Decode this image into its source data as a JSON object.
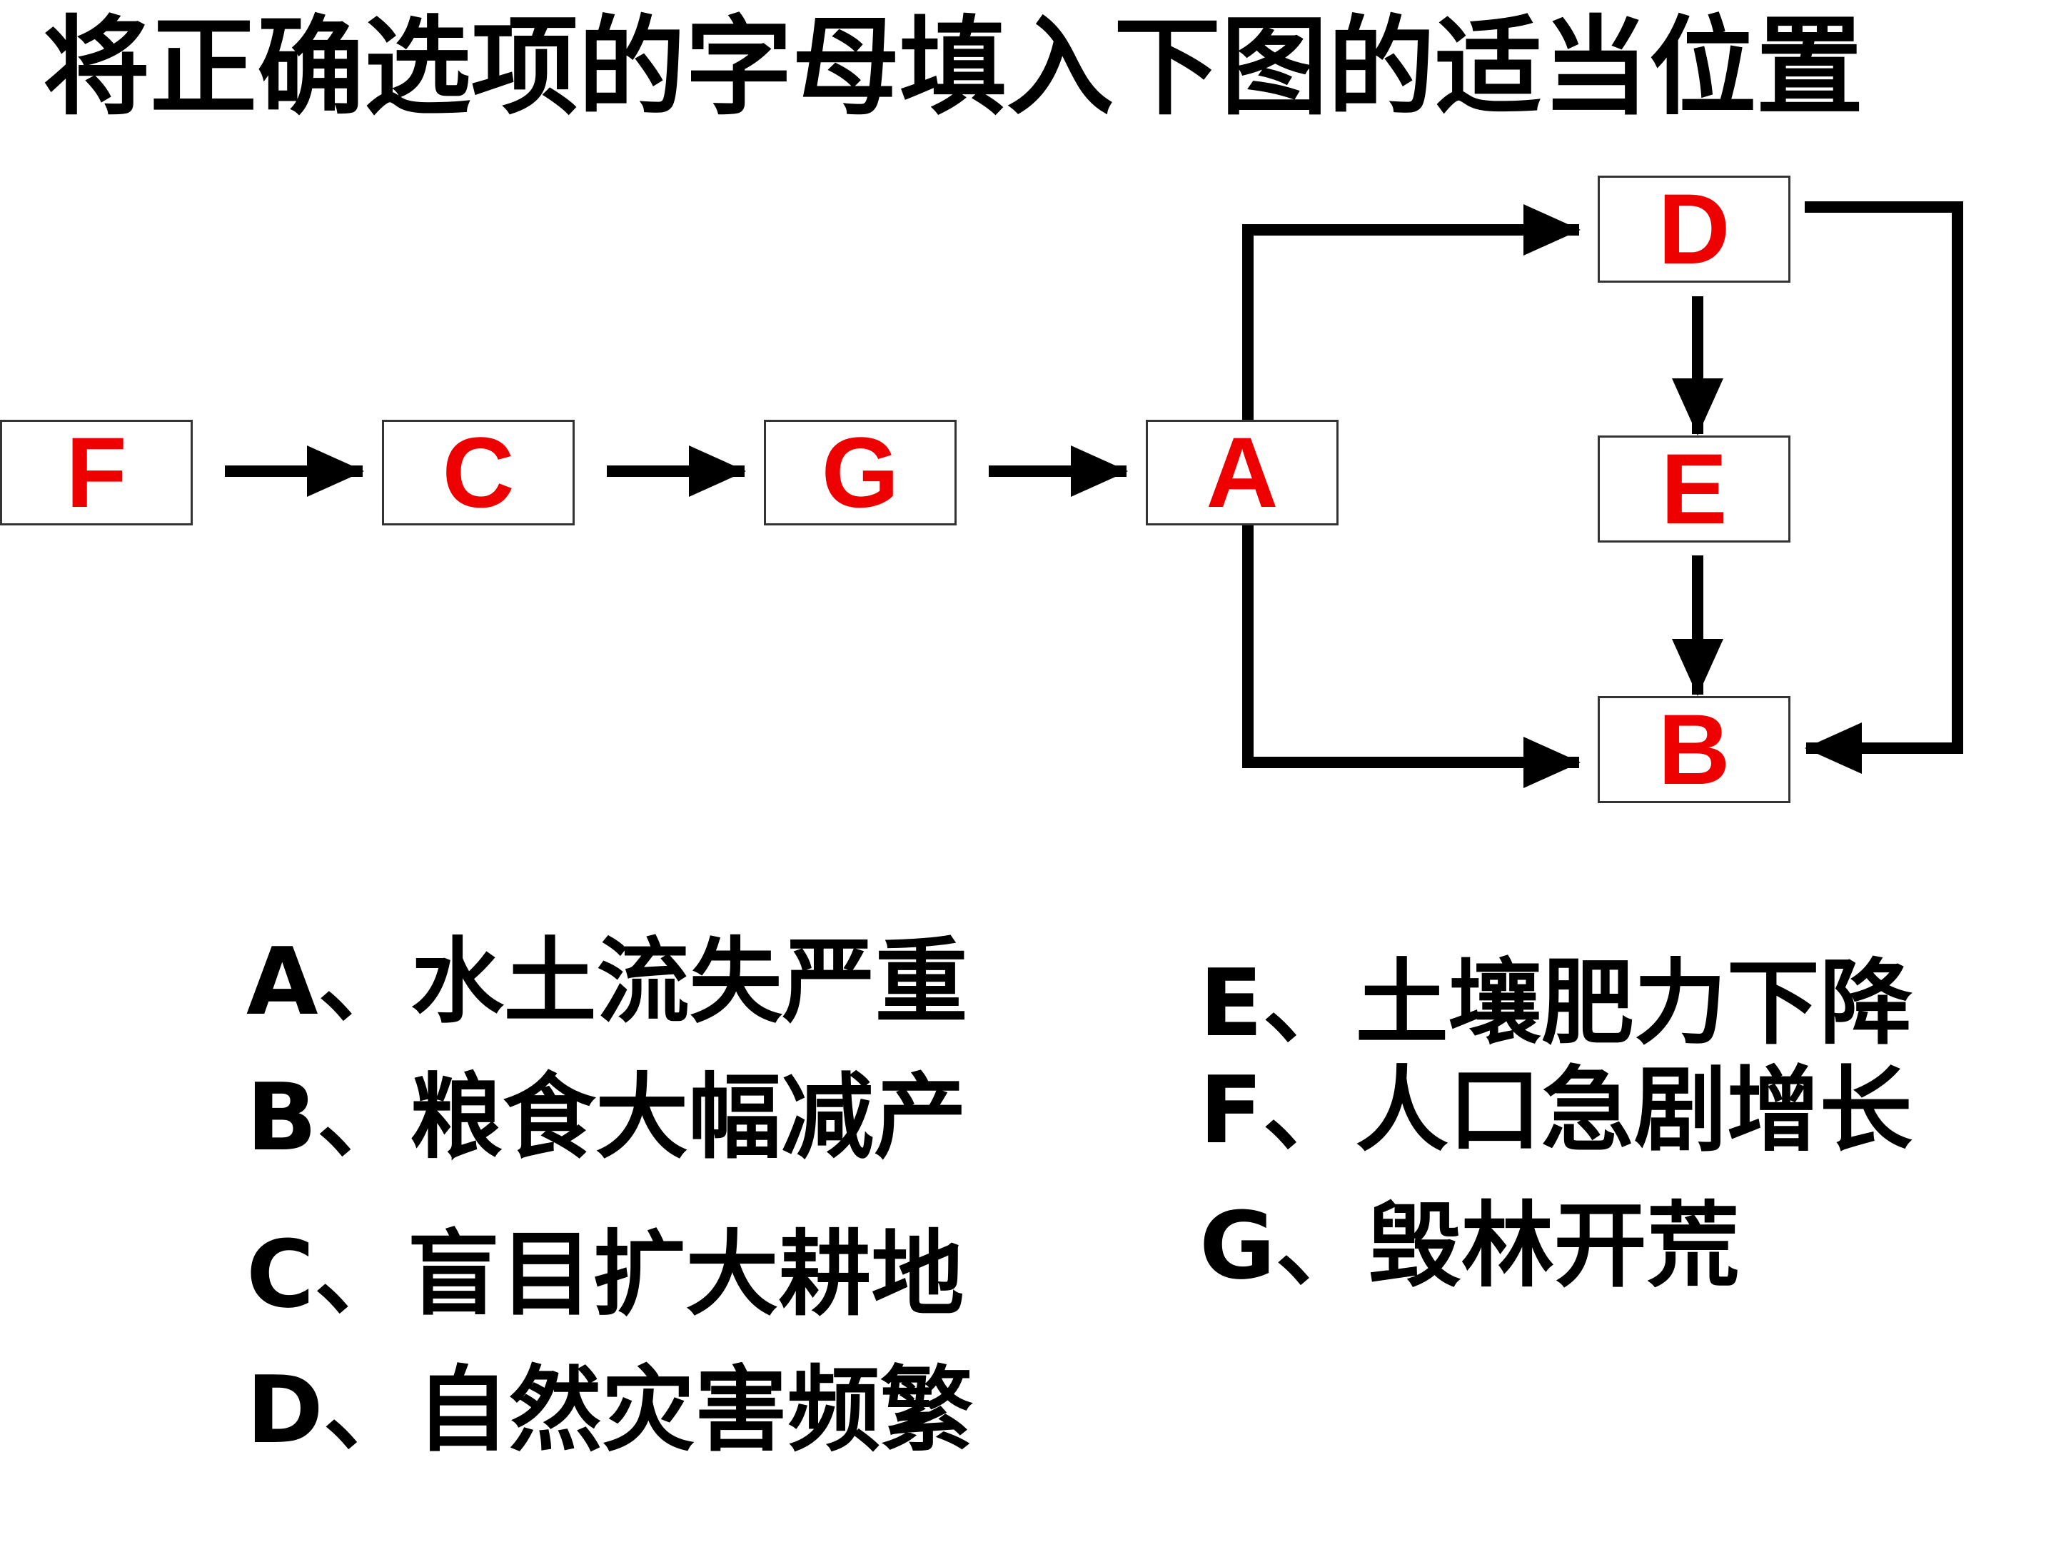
{
  "title": "将正确选项的字母填入下图的适当位置",
  "boxes": {
    "f": "F",
    "c": "C",
    "g": "G",
    "a": "A",
    "d": "D",
    "e": "E",
    "b": "B"
  },
  "options": {
    "a": "A、水土流失严重",
    "b": "B、粮食大幅减产",
    "c": "C、盲目扩大耕地",
    "d": "D、自然灾害频繁",
    "e": "E、土壤肥力下降",
    "f": "F、人口急剧增长",
    "g": "G、毁林开荒"
  },
  "colors": {
    "letter": "#ee0000",
    "text": "#000000",
    "arrow": "#000000",
    "box_border": "#333333"
  }
}
